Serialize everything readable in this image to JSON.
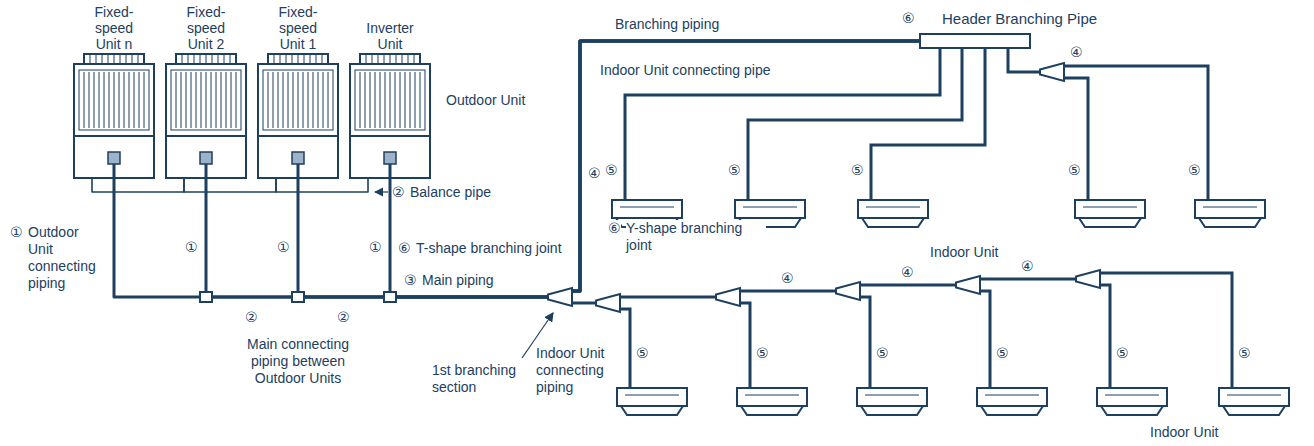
{
  "diagram": {
    "nodes": [
      {
        "text": [
          "Fixed-speed Unit n"
        ]
      },
      {
        "text": [
          "Fixed-speed Unit 2"
        ]
      },
      {
        "text": [
          "Fixed-speed Unit 1"
        ]
      },
      {
        "text": [
          "Inverter Unit"
        ]
      },
      {
        "text": [
          "Header Branching Pipe"
        ]
      }
    ],
    "edges": [
      {
        "from": 0,
        "to": 1,
        "arrow": "none"
      },
      {
        "from": 1,
        "to": 2,
        "arrow": "none"
      },
      {
        "from": 2,
        "to": 3,
        "arrow": "none"
      },
      {
        "from": 0,
        "to": 4,
        "arrow": "none"
      },
      {
        "from": 1,
        "to": 4,
        "arrow": "none"
      },
      {
        "from": 2,
        "to": 4,
        "arrow": "none"
      },
      {
        "from": 3,
        "to": 4,
        "arrow": "none"
      }
    ],
    "labels": [
      "Outdoor Unit",
      "②",
      "Balance pipe",
      "①",
      "Outdoor Unit connecting piping",
      "①",
      "①",
      "①",
      "⑥",
      "T-shape branching joint",
      "③",
      "Main piping",
      "②",
      "②",
      "Main connecting piping between Outdoor Units",
      "1st branching section",
      "Branching piping",
      "⑥",
      "Indoor Unit connecting pipe",
      "④",
      "④",
      "⑤",
      "⑤",
      "⑤",
      "⑤",
      "⑤",
      "Indoor Unit",
      "⑥",
      "Y-shape branching joint",
      "④",
      "④",
      "④",
      "Indoor Unit connecting piping",
      "⑤",
      "⑤",
      "⑤",
      "⑤",
      "⑤",
      "⑤",
      "Indoor Unit"
    ]
  }
}
